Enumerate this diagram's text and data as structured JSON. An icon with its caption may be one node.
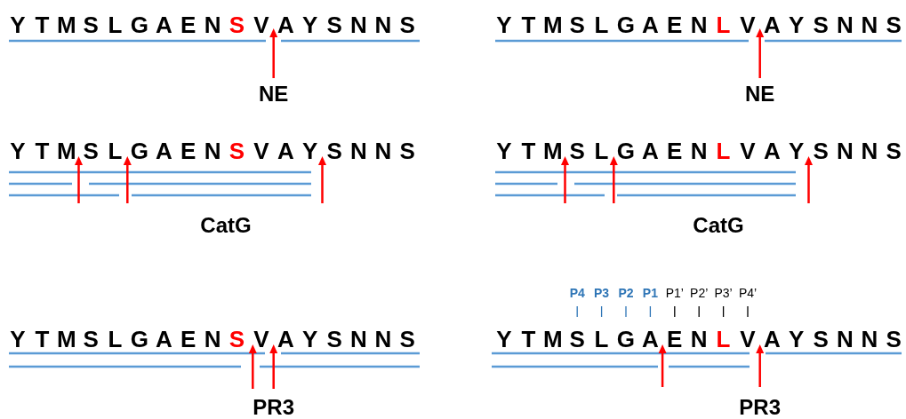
{
  "diagram": {
    "labels": [
      "Y T M S L G A E N S V A Y S N N S",
      "Y T M S L G A E N L V A Y S N N S",
      "NE",
      "NE",
      "Y T M S L G A E N S V A Y S N N S",
      "Y T M S L G A E N L V A Y S N N S",
      "CatG",
      "CatG",
      "P4",
      "P3",
      "P2",
      "P1",
      "P1’",
      "P2’",
      "P3’",
      "P4’",
      "Y T M S L G A E N S V A Y S N N S",
      "Y T M S L G A E N L V A Y S N N S",
      "PR3",
      "PR3"
    ]
  }
}
